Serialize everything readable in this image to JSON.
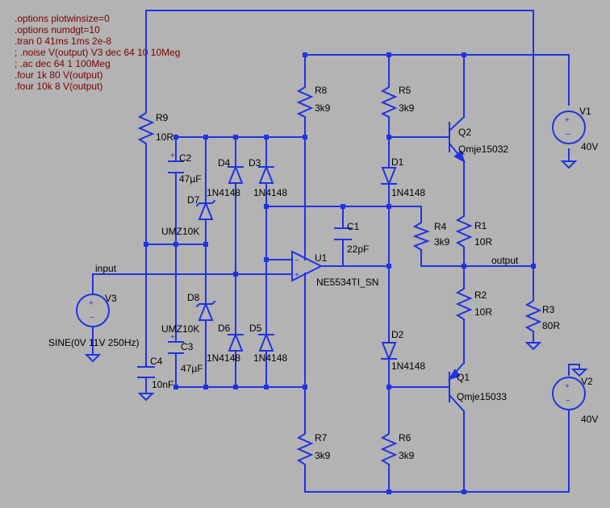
{
  "directives": [
    ".options plotwinsize=0",
    ".options numdgt=10",
    ".tran 0 41ms 1ms 2e-8",
    "; .noise V(output) V3 dec 64 10 10Meg",
    "; .ac dec 64 1 100Meg",
    ".four 1k 80 V(output)",
    ".four 10k 8 V(output)"
  ],
  "nets": {
    "input": "input",
    "output": "output"
  },
  "components": {
    "R9": {
      "ref": "R9",
      "value": "10R"
    },
    "R8": {
      "ref": "R8",
      "value": "3k9"
    },
    "R5": {
      "ref": "R5",
      "value": "3k9"
    },
    "R7": {
      "ref": "R7",
      "value": "3k9"
    },
    "R6": {
      "ref": "R6",
      "value": "3k9"
    },
    "R4": {
      "ref": "R4",
      "value": "3k9"
    },
    "R1": {
      "ref": "R1",
      "value": "10R"
    },
    "R2": {
      "ref": "R2",
      "value": "10R"
    },
    "R3": {
      "ref": "R3",
      "value": "80R"
    },
    "C1": {
      "ref": "C1",
      "value": "22pF"
    },
    "C2": {
      "ref": "C2",
      "value": "47µF"
    },
    "C3": {
      "ref": "C3",
      "value": "47µF"
    },
    "C4": {
      "ref": "C4",
      "value": "10nF"
    },
    "D1": {
      "ref": "D1",
      "value": "1N4148"
    },
    "D2": {
      "ref": "D2",
      "value": "1N4148"
    },
    "D3": {
      "ref": "D3",
      "value": "1N4148"
    },
    "D4": {
      "ref": "D4",
      "value": "1N4148"
    },
    "D5": {
      "ref": "D5",
      "value": "1N4148"
    },
    "D6": {
      "ref": "D6",
      "value": "1N4148"
    },
    "D7": {
      "ref": "D7",
      "value": "UMZ10K"
    },
    "D8": {
      "ref": "D8",
      "value": "UMZ10K"
    },
    "Q1": {
      "ref": "Q1",
      "value": "Qmje15033"
    },
    "Q2": {
      "ref": "Q2",
      "value": "Qmje15032"
    },
    "U1": {
      "ref": "U1",
      "value": "NE5534TI_SN"
    },
    "V1": {
      "ref": "V1",
      "value": "40V"
    },
    "V2": {
      "ref": "V2",
      "value": "40V"
    },
    "V3": {
      "ref": "V3",
      "value": "SINE(0V 11V 250Hz)"
    }
  },
  "colors": {
    "background": "#b3b3b3",
    "wire": "#1f33e6",
    "directive": "#7a0000",
    "label": "#000000"
  }
}
